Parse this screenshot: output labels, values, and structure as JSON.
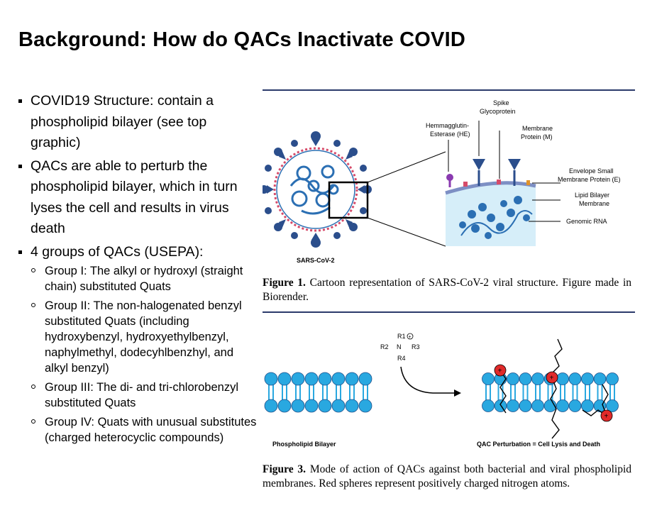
{
  "slide": {
    "title": "Background: How do QACs Inactivate COVID",
    "bullets": [
      {
        "text": "COVID19 Structure: contain a phospholipid bilayer (see top graphic)"
      },
      {
        "text": "QACs are able to perturb the phospholipid bilayer, which in turn lyses the cell and results in virus death"
      },
      {
        "text": "4 groups of QACs (USEPA):",
        "sub": [
          "Group I: The alkyl or hydroxyl (straight chain) substituted Quats",
          "Group II: The non-halogenated benzyl substituted Quats (including hydroxybenzyl, hydroxyethylbenzyl, naphylmethyl, dodecyhlbenzhyl, and alkyl benzyl)",
          "Group III: The di- and tri-chlorobenzyl substituted Quats",
          "Group IV: Quats with unusual substitutes (charged heterocyclic compounds)"
        ]
      }
    ]
  },
  "figure1": {
    "labels": {
      "spike": [
        "Spike",
        "Glycoprotein"
      ],
      "he": [
        "Hemmagglutin-",
        "Esterase (HE)"
      ],
      "membrane_protein": [
        "Membrane",
        "Protein (M)"
      ],
      "envelope": [
        "Envelope Small",
        "Membrane Protein (E)"
      ],
      "lipid": [
        "Lipid Bilayer",
        "Membrane"
      ],
      "rna": "Genomic RNA",
      "virus_name": "SARS-CoV-2"
    },
    "caption_bold": "Figure 1.",
    "caption_text": " Cartoon representation of SARS-CoV-2 viral structure. Figure made in Biorender."
  },
  "figure3": {
    "labels": {
      "left": "Phospholipid Bilayer",
      "right": "QAC Perturbation = Cell Lysis and Death",
      "r1": "R1",
      "r2": "R2",
      "r3": "R3",
      "r4": "R4",
      "n": "N"
    },
    "caption_bold": "Figure 3.",
    "caption_text": " Mode of action of QACs against both bacterial and viral phospholipid membranes. Red spheres represent positively charged nitrogen atoms."
  },
  "colors": {
    "rule": "#2b3a6b",
    "lipid": "#29a8e0",
    "virus": "#1f4f8a",
    "charge": "#e02a2a"
  }
}
